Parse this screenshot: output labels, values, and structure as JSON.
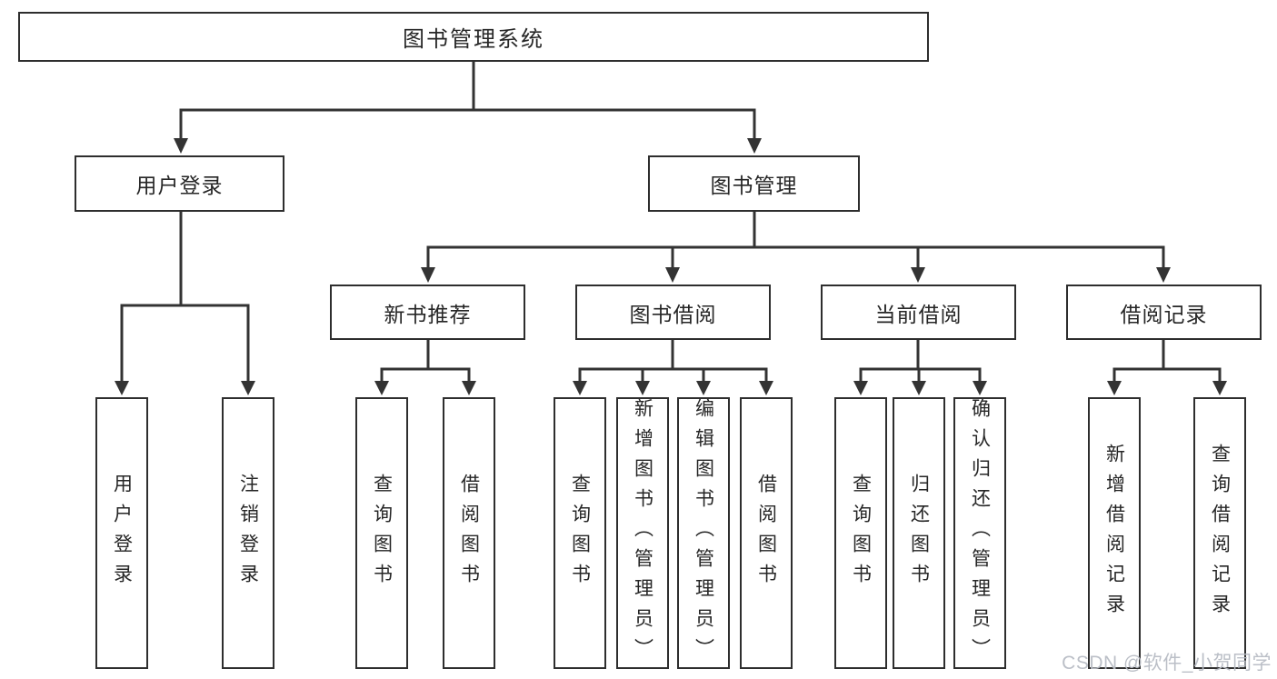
{
  "diagram": {
    "root": {
      "label": "图书管理系统",
      "children": [
        {
          "label": "用户登录",
          "children": [
            {
              "label": "用户登录"
            },
            {
              "label": "注销登录"
            }
          ]
        },
        {
          "label": "图书管理",
          "children": [
            {
              "label": "新书推荐",
              "children": [
                {
                  "label": "查询图书"
                },
                {
                  "label": "借阅图书"
                }
              ]
            },
            {
              "label": "图书借阅",
              "children": [
                {
                  "label": "查询图书"
                },
                {
                  "label": "新增图书（管理员）"
                },
                {
                  "label": "编辑图书（管理员）"
                },
                {
                  "label": "借阅图书"
                }
              ]
            },
            {
              "label": "当前借阅",
              "children": [
                {
                  "label": "查询图书"
                },
                {
                  "label": "归还图书"
                },
                {
                  "label": "确认归还（管理员）"
                }
              ]
            },
            {
              "label": "借阅记录",
              "children": [
                {
                  "label": "新增借阅记录"
                },
                {
                  "label": "查询借阅记录"
                }
              ]
            }
          ]
        }
      ]
    }
  },
  "watermark": "CSDN @软件_小贺同学",
  "colors": {
    "line": "#333333",
    "box_border": "#2e2e2e",
    "text": "#262626",
    "watermark": "#b7bcc4",
    "background": "#ffffff"
  }
}
